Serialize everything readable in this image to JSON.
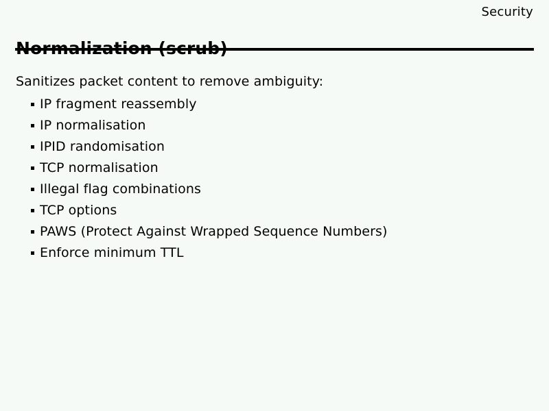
{
  "slide": {
    "category": "Security",
    "title": "Normalization (scrub)",
    "intro": "Sanitizes packet content to remove ambiguity:",
    "bullet_glyph": "square-bullet",
    "bullets": [
      {
        "label": "IP fragment reassembly"
      },
      {
        "label": "IP normalisation"
      },
      {
        "label": "IPID randomisation"
      },
      {
        "label": "TCP normalisation"
      },
      {
        "label": "Illegal flag combinations"
      },
      {
        "label": "TCP options"
      },
      {
        "label": "PAWS (Protect Against Wrapped Sequence Numbers)"
      },
      {
        "label": "Enforce minimum TTL"
      }
    ],
    "colors": {
      "background": "#f5faf7",
      "text": "#000000",
      "rule": "#000000"
    }
  }
}
